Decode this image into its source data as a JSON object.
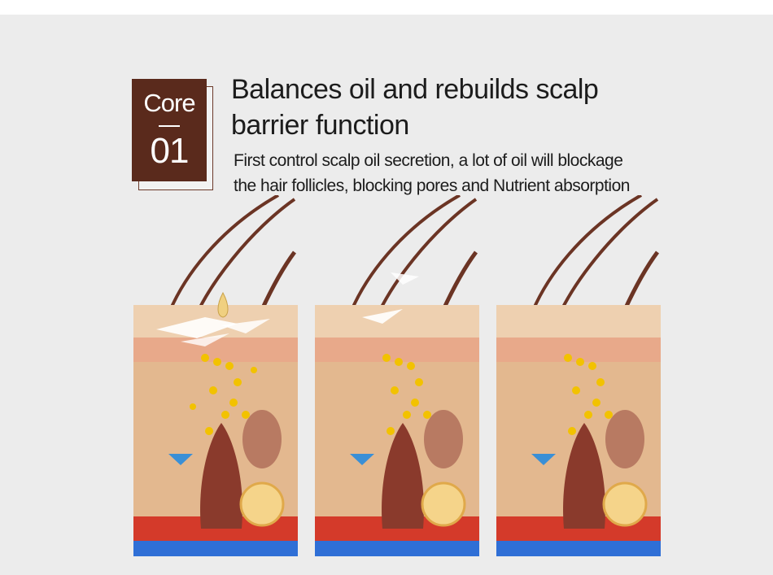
{
  "badge": {
    "word": "Core",
    "number": "01"
  },
  "headline": {
    "line1": "Balances oil and rebuilds scalp",
    "line2": "barrier function"
  },
  "description": {
    "line1": "First control scalp oil secretion, a lot of oil will blockage",
    "line2": "the hair follicles, blocking pores and Nutrient absorption"
  },
  "figures": [
    {
      "stage": "heavy-oil",
      "oil_drop": true,
      "oil_flakes": 3
    },
    {
      "stage": "reduced-oil",
      "oil_drop": false,
      "oil_flakes": 2
    },
    {
      "stage": "clean",
      "oil_drop": false,
      "oil_flakes": 0
    }
  ],
  "colors": {
    "background": "#ececec",
    "badge": "#5a2a1c",
    "hair": "#6b3424",
    "skin": "#e3b88f",
    "sebaceous": "#f2c200",
    "blood_red": "#d43a2a",
    "blood_blue": "#2f6fd6"
  }
}
